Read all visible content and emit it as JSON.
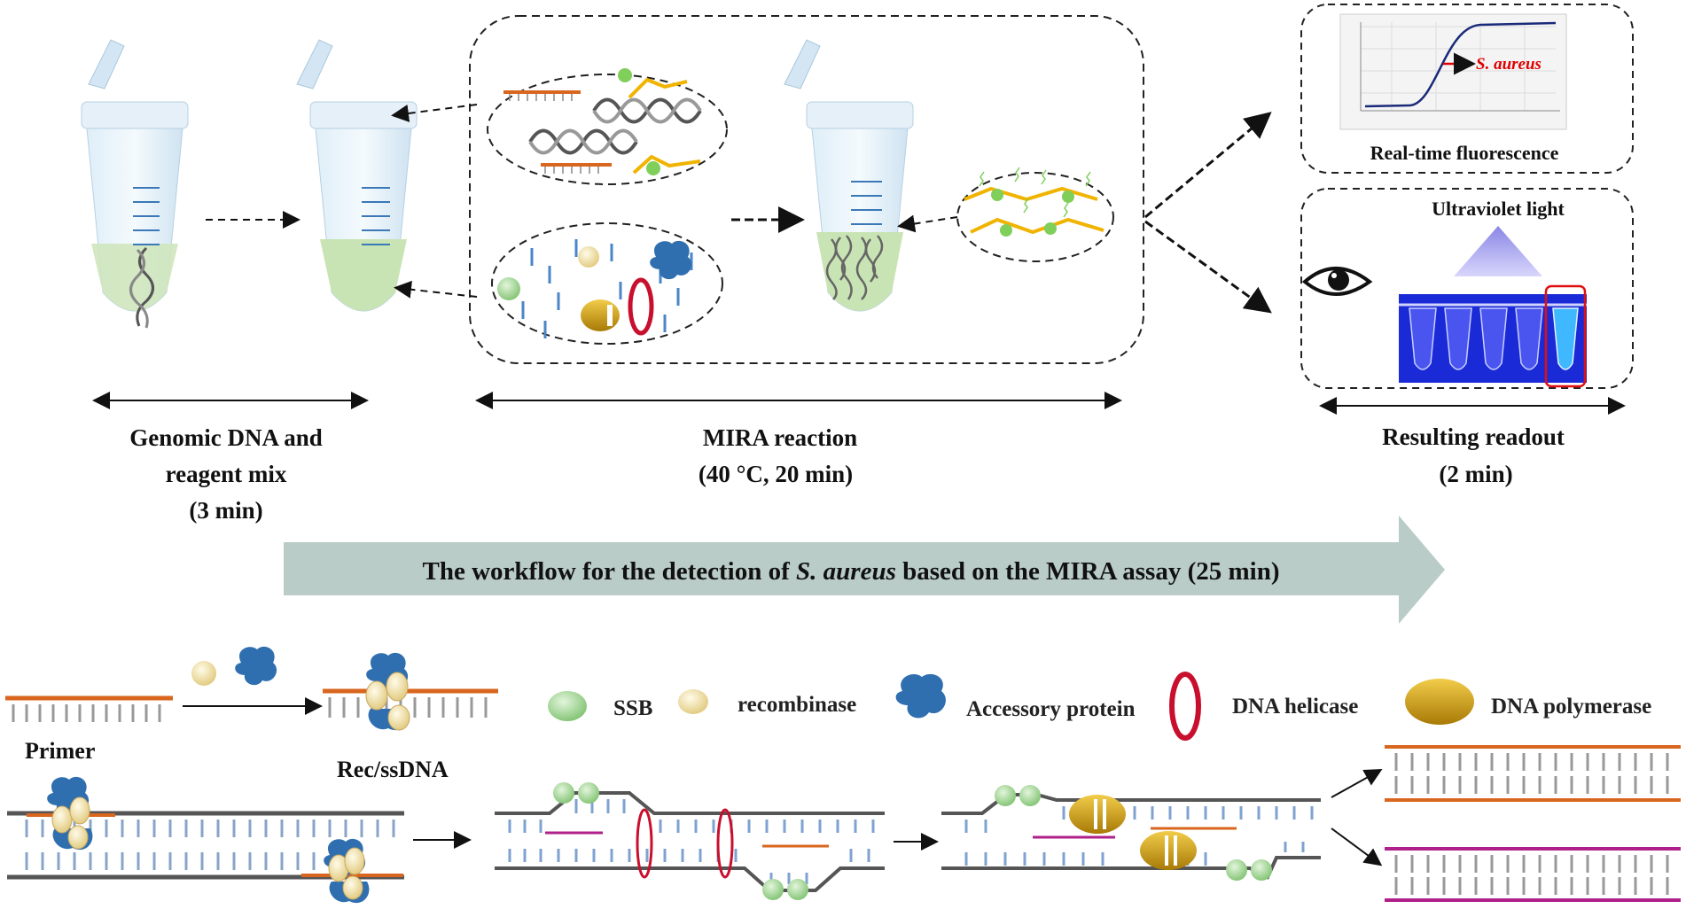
{
  "stages": [
    {
      "label_line1": "Genomic DNA and",
      "label_line2": "reagent mix",
      "time": "(3 min)"
    },
    {
      "label_line1": "MIRA reaction",
      "time": "(40 °C, 20 min)"
    },
    {
      "label_line1": "Resulting readout",
      "time": "(2 min)"
    }
  ],
  "readout": {
    "fluorescence_caption": "Real-time fluorescence",
    "curve_label": "S. aureus",
    "uv_caption": "Ultraviolet light"
  },
  "workflow": {
    "prefix": "The workflow for the detection of ",
    "organism": "S. aureus",
    "suffix": " based on the MIRA assay (25 min)"
  },
  "legend": {
    "primer": "Primer",
    "rec_ssdna": "Rec/ssDNA",
    "ssb": "SSB",
    "recombinase": "recombinase",
    "accessory": "Accessory protein",
    "helicase": "DNA helicase",
    "polymerase": "DNA polymerase"
  },
  "colors": {
    "primer_orange": "#d8661e",
    "ssb_green": "#a8d89a",
    "recombinase_yellow": "#f3e3a8",
    "accessory_blue": "#2f6fb0",
    "helicase_red": "#c8102e",
    "polymerase_gold": "#c99a10",
    "uv_blue": "#1a2ad6",
    "arrow_gray": "#b9ccc7",
    "new_strand_magenta": "#b0208a"
  }
}
